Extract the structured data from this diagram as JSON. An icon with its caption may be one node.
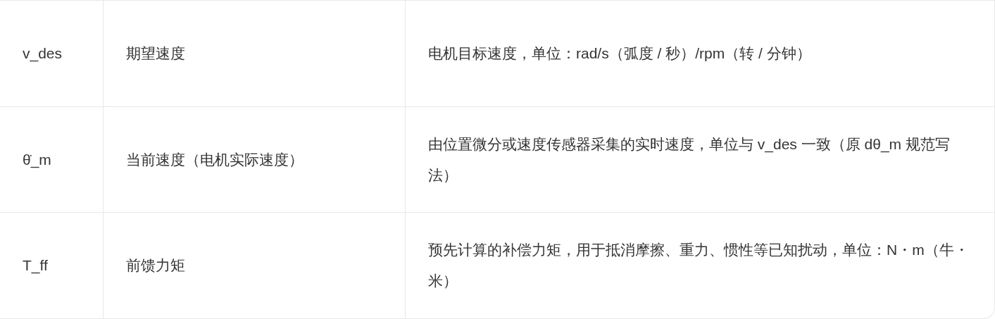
{
  "diagram": {
    "labels": [
      "v_des",
      "期望速度",
      "电机目标速度，单位：rad/s（弧度 / 秒）/rpm（转 / 分钟）",
      "θ̇_m",
      "当前速度（电机实际速度）",
      "由位置微分或速度传感器采集的实时速度，单位与 v_des 一致（原 dθ_m 规范写法）",
      "T_ff",
      "前馈力矩",
      "预先计算的补偿力矩，用于抵消摩擦、重力、惯性等已知扰动，单位：N・m（牛・米）"
    ]
  }
}
